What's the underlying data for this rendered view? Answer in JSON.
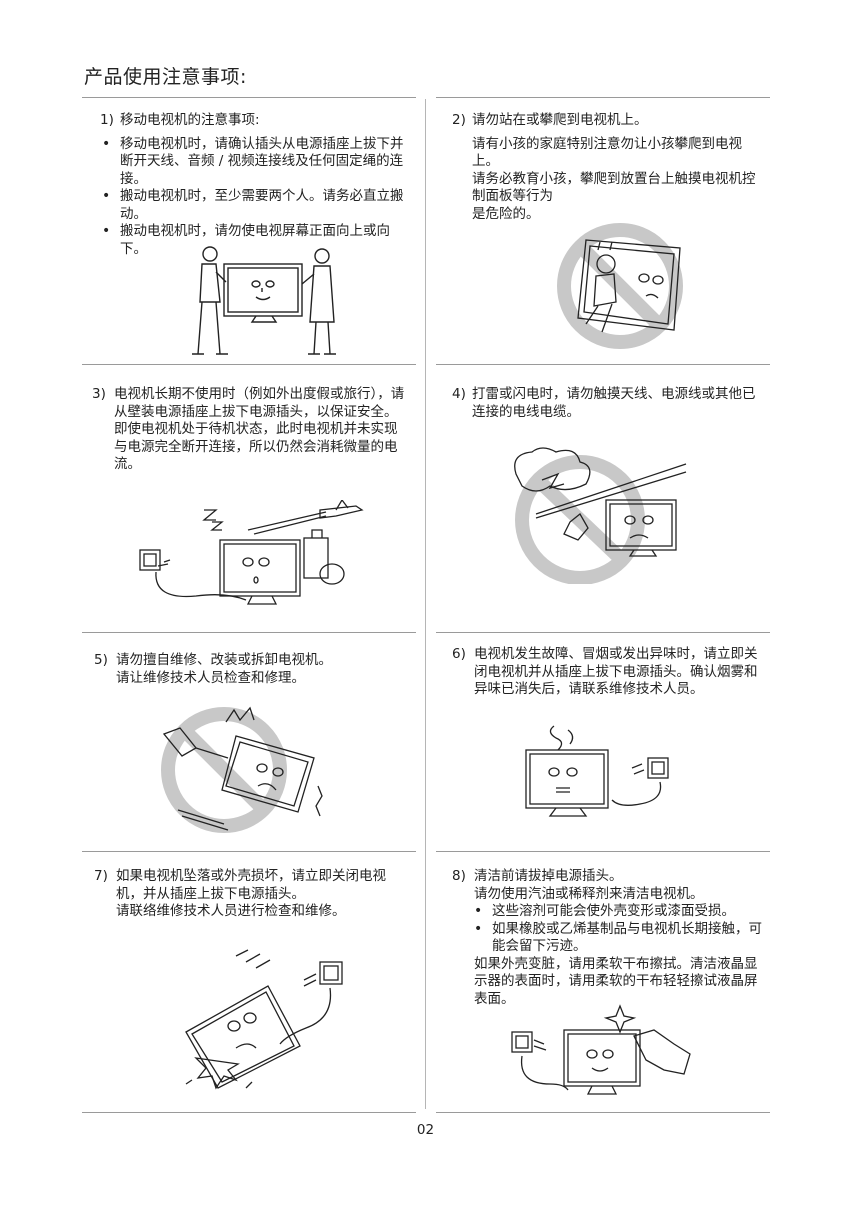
{
  "page": {
    "title": "产品使用注意事项:",
    "page_number": "02"
  },
  "sections": [
    {
      "number": "1)",
      "heading": "移动电视机的注意事项:",
      "bullets": [
        "移动电视机时，请确认插头从电源插座上拔下并断开天线、音频 / 视频连接线及任何固定绳的连接。",
        "搬动电视机时，至少需要两个人。请务必直立搬动。",
        "搬动电视机时，请勿使电视屏幕正面向上或向下。"
      ],
      "illustration": "two-people-carrying-tv-illustration"
    },
    {
      "number": "2)",
      "heading": "请勿站在或攀爬到电视机上。",
      "paragraphs": [
        "请有小孩的家庭特别注意勿让小孩攀爬到电视上。",
        "请务必教育小孩，攀爬到放置台上触摸电视机控制面板等行为",
        "是危险的。"
      ],
      "illustration": "child-climbing-tv-prohibited-illustration"
    },
    {
      "number": "3)",
      "heading": "电视机长期不使用时（例如外出度假或旅行），请从壁装电源插座上拔下电源插头，以保证安全。",
      "paragraphs": [
        "即使电视机处于待机状态，此时电视机并未实现与电源完全断开连接，所以仍然会消耗微量的电流。"
      ],
      "illustration": "unplug-when-away-illustration"
    },
    {
      "number": "4)",
      "heading": "打雷或闪电时，请勿触摸天线、电源线或其他已连接的电线电缆。",
      "illustration": "lightning-do-not-touch-illustration"
    },
    {
      "number": "5)",
      "heading": "请勿擅自维修、改装或拆卸电视机。",
      "paragraphs": [
        "请让维修技术人员检查和修理。"
      ],
      "illustration": "no-self-repair-illustration"
    },
    {
      "number": "6)",
      "heading": "电视机发生故障、冒烟或发出异味时，请立即关闭电视机并从插座上拔下电源插头。确认烟雾和异味已消失后，请联系维修技术人员。",
      "illustration": "smoking-tv-unplug-illustration"
    },
    {
      "number": "7)",
      "heading": "如果电视机坠落或外壳损坏，请立即关闭电视机，并从插座上拔下电源插头。",
      "paragraphs": [
        "请联络维修技术人员进行检查和维修。"
      ],
      "illustration": "fallen-tv-illustration"
    },
    {
      "number": "8)",
      "heading": "清洁前请拔掉电源插头。",
      "paragraphs_before": [
        "请勿使用汽油或稀释剂来清洁电视机。"
      ],
      "bullets": [
        "这些溶剂可能会使外壳变形或漆面受损。",
        "如果橡胶或乙烯基制品与电视机长期接触，可能会留下污迹。"
      ],
      "paragraphs_after": [
        "如果外壳变脏，请用柔软干布擦拭。清洁液晶显示器的表面时，请用柔软的干布轻轻擦试液晶屏表面。"
      ],
      "illustration": "cleaning-tv-illustration"
    }
  ],
  "colors": {
    "rule": "#9a9a9a",
    "text": "#222222",
    "prohibition": "#c8c8c8"
  }
}
